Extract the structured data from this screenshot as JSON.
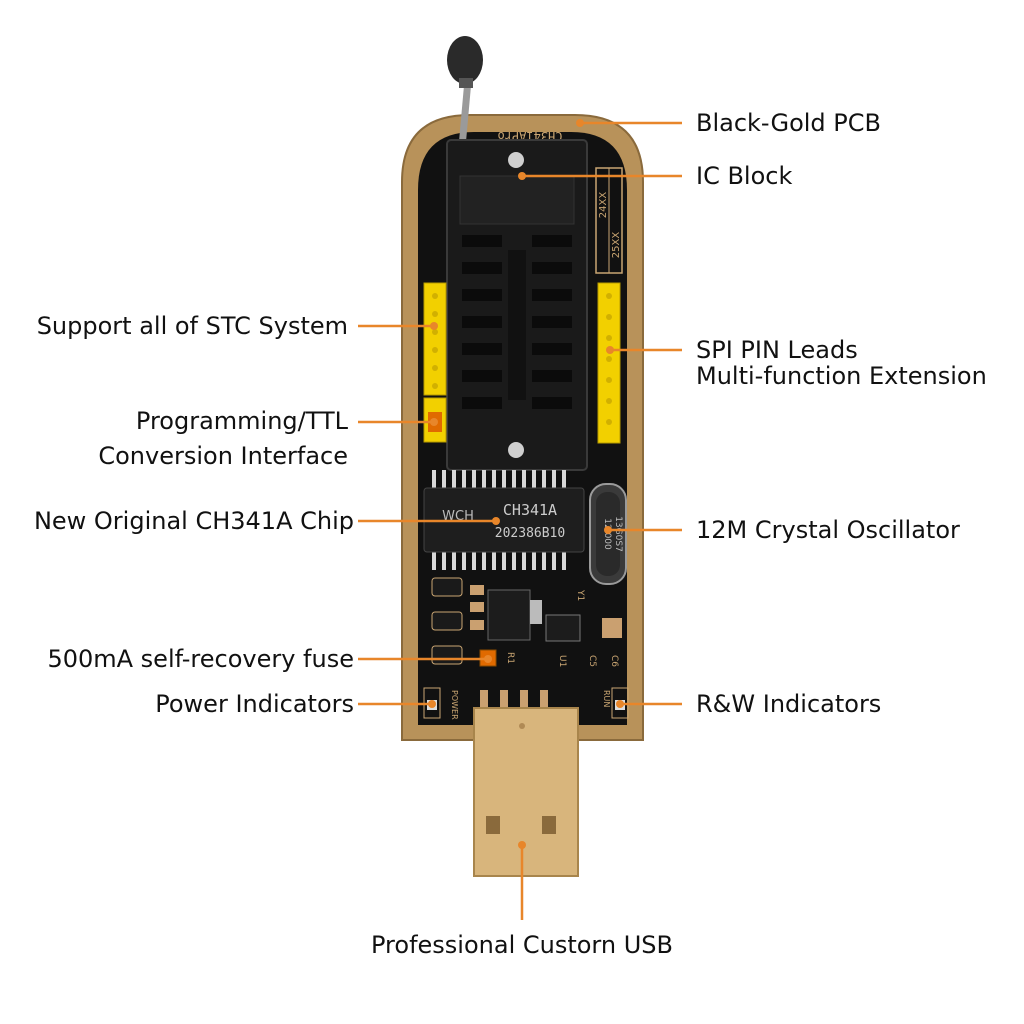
{
  "colors": {
    "leader": "#e8862a",
    "pcb_gold": "#b8925a",
    "pcb_black": "#111111",
    "header_yellow": "#f2d000",
    "usb_gold": "#d8b57c",
    "text": "#111111"
  },
  "board": {
    "pcb_silk_title": "CH341APro",
    "chip_marking_1": "CH341A",
    "chip_marking_2": "202386B10",
    "chip_logo": "WCH",
    "crystal_marking_1": "12.000",
    "crystal_marking_2": "13G0S7",
    "socket_label_top": "24XX",
    "socket_label_bottom": "25XX",
    "power_silk": "POWER",
    "run_silk": "RUN",
    "u1_silk": "U1",
    "r1_silk": "R1",
    "c5_silk": "C5",
    "c6_silk": "C6",
    "y1_silk": "Y1"
  },
  "callouts": {
    "black_gold_pcb": "Black-Gold PCB",
    "ic_block": "IC Block",
    "support_stc": "Support all of STC System",
    "spi_pin_line1": "SPI PIN Leads",
    "spi_pin_line2": "Multi-function Extension",
    "programming_line1": "Programming/TTL",
    "programming_line2": "Conversion Interface",
    "ch341a_chip": "New Original CH341A Chip",
    "crystal": "12M Crystal Oscillator",
    "fuse": "500mA self-recovery fuse",
    "power_indicators": "Power Indicators",
    "rw_indicators": "R&W Indicators",
    "usb": "Professional Custorn USB"
  }
}
